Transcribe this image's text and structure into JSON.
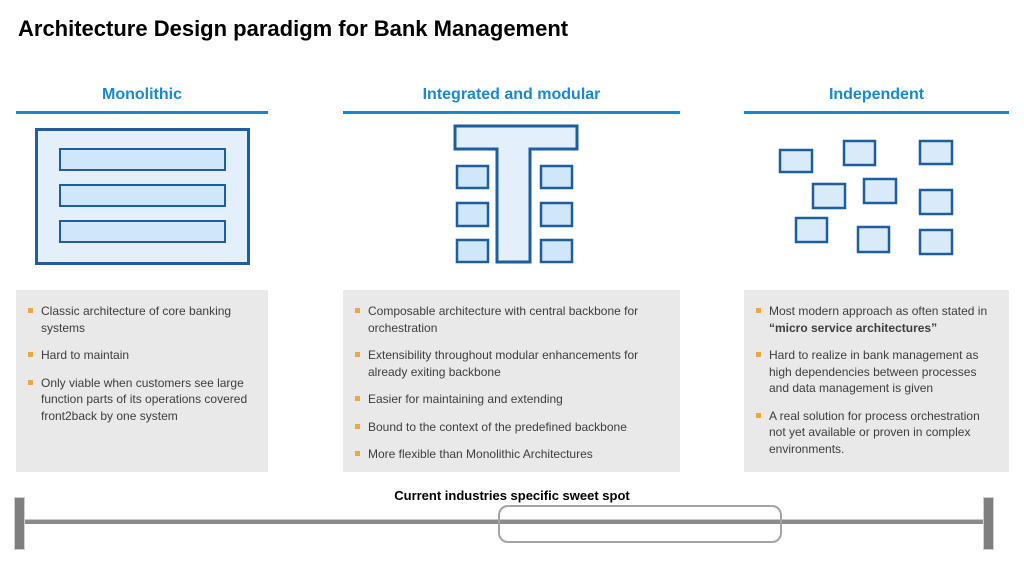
{
  "slide_title": "Architecture Design paradigm for Bank Management",
  "colors": {
    "header_blue": "#1789D3",
    "shape_border": "#1E5E9E",
    "mono_fill": "#E3F0FB",
    "bar_fill": "#CFE7F8",
    "indep_fill": "#D9EBF9",
    "panel_gray": "#E9E9E9",
    "bullet_orange": "#EFA63B",
    "text_dark": "#3D3D3D",
    "axis_gray": "#8A8A8A",
    "box_border": "#A3A3A3",
    "title_black": "#000000"
  },
  "columns": [
    {
      "title": "Monolithic",
      "bullets": [
        {
          "segments": [
            {
              "text": "Classic architecture of core banking systems"
            }
          ]
        },
        {
          "segments": [
            {
              "text": "Hard to maintain"
            }
          ]
        },
        {
          "segments": [
            {
              "text": "Only viable when customers see large function parts of its operations covered front2back by one system"
            }
          ]
        }
      ]
    },
    {
      "title": "Integrated and modular",
      "bullets": [
        {
          "segments": [
            {
              "text": "Composable architecture with central backbone for orchestration"
            }
          ]
        },
        {
          "segments": [
            {
              "text": "Extensibility throughout modular enhancements for already exiting backbone"
            }
          ]
        },
        {
          "segments": [
            {
              "text": "Easier for maintaining and extending"
            }
          ]
        },
        {
          "segments": [
            {
              "text": "Bound to the context of the predefined backbone"
            }
          ]
        },
        {
          "segments": [
            {
              "text": "More flexible than Monolithic Architectures"
            }
          ]
        }
      ]
    },
    {
      "title": "Independent",
      "bullets": [
        {
          "segments": [
            {
              "text": "Most modern approach as often stated in "
            },
            {
              "text": "“micro service architectures”",
              "bold": true
            }
          ]
        },
        {
          "segments": [
            {
              "text": "Hard to realize in bank management as high dependencies between processes and data management is given"
            }
          ]
        },
        {
          "segments": [
            {
              "text": "A real solution for process orchestration not yet available or proven in complex environments."
            }
          ]
        }
      ]
    }
  ],
  "axis": {
    "label": "Current industries specific sweet spot"
  }
}
